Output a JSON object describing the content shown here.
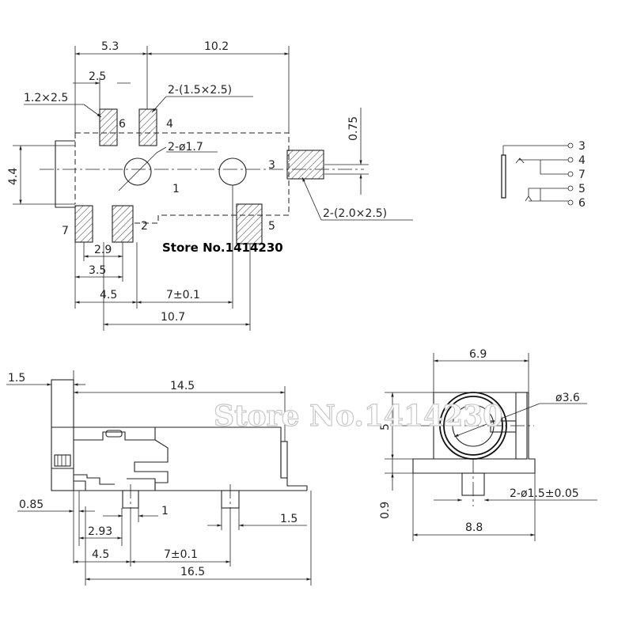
{
  "store_label": "Store No.1414230",
  "watermark": "Store No.1414230",
  "top_view": {
    "dims": {
      "d5_3": "5.3",
      "d10_2": "10.2",
      "d2_5": "2.5",
      "d1_2x2_5": "1.2×2.5",
      "d2_1_5x2_5": "2-(1.5×2.5)",
      "d0_75": "0.75",
      "d2_phi1_7": "2-ø1.7",
      "d4_4": "4.4",
      "d2_2_0x2_5": "2-(2.0×2.5)",
      "d2_9": "2.9",
      "d3_5": "3.5",
      "d4_5": "4.5",
      "d7_pm": "7±0.1",
      "d10_7": "10.7"
    },
    "pins": {
      "p1": "1",
      "p2": "2",
      "p3": "3",
      "p4": "4",
      "p5": "5",
      "p6": "6",
      "p7": "7"
    }
  },
  "schematic": {
    "pins": [
      "3",
      "4",
      "7",
      "5",
      "6"
    ]
  },
  "side_view": {
    "dims": {
      "d1_5_top": "1.5",
      "d14_5": "14.5",
      "d0_85": "0.85",
      "d2_93": "2.93",
      "d1": "1",
      "d1_5_bot": "1.5",
      "d4_5": "4.5",
      "d7_pm": "7±0.1",
      "d16_5": "16.5"
    }
  },
  "front_view": {
    "dims": {
      "d6_9": "6.9",
      "d_phi3_6": "ø3.6",
      "d5": "5",
      "d0_9": "0.9",
      "d2_phi1_5": "2-ø1.5±0.05",
      "d8_8": "8.8"
    }
  }
}
